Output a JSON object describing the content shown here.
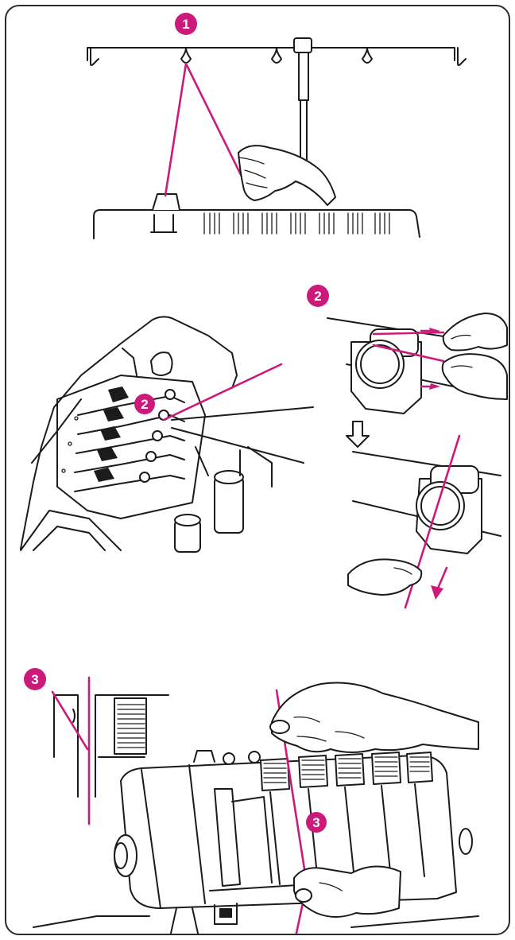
{
  "colors": {
    "accent": "#cc1a7a",
    "ink": "#1b1b1b",
    "background": "#ffffff"
  },
  "steps": {
    "step1": {
      "label": "1"
    },
    "step2_top": {
      "label": "2"
    },
    "step2_machine": {
      "label": "2"
    },
    "step3_detail": {
      "label": "3"
    },
    "step3_machine": {
      "label": "3"
    }
  }
}
